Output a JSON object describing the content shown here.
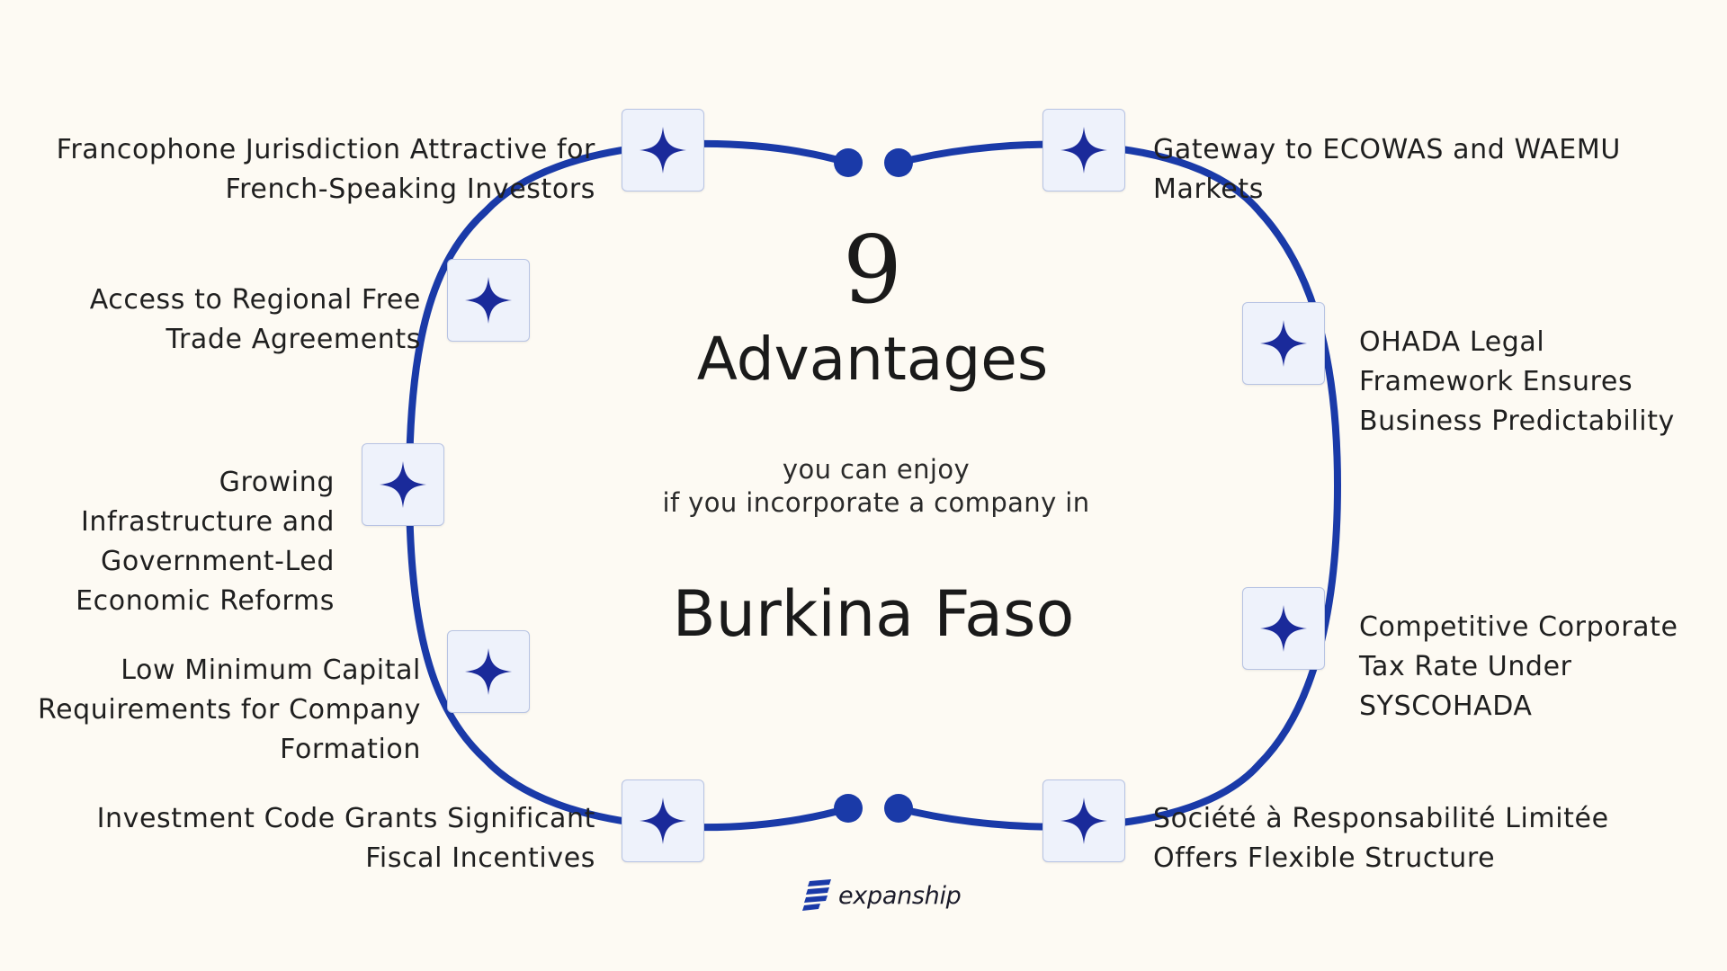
{
  "center": {
    "number": "9",
    "title": "Advantages",
    "subtitle_line1": "you can enjoy",
    "subtitle_line2": "if you incorporate a company in",
    "country": "Burkina Faso"
  },
  "advantages": [
    {
      "lines": [
        "Francophone Jurisdiction Attractive for",
        "French-Speaking Investors"
      ]
    },
    {
      "lines": [
        "Access to Regional Free",
        "Trade Agreements"
      ]
    },
    {
      "lines": [
        "Growing",
        "Infrastructure and",
        "Government-Led",
        "Economic Reforms"
      ]
    },
    {
      "lines": [
        "Low Minimum Capital",
        "Requirements for Company",
        "Formation"
      ]
    },
    {
      "lines": [
        "Investment Code Grants Significant",
        "Fiscal Incentives"
      ]
    },
    {
      "lines": [
        "Gateway to ECOWAS and WAEMU",
        "Markets"
      ]
    },
    {
      "lines": [
        "OHADA Legal",
        "Framework Ensures",
        "Business Predictability"
      ]
    },
    {
      "lines": [
        "Competitive Corporate",
        "Tax Rate Under",
        "SYSCOHADA"
      ]
    },
    {
      "lines": [
        "Société à Responsabilité Limitée",
        "Offers Flexible Structure"
      ]
    }
  ],
  "brand": {
    "name": "expanship"
  },
  "colors": {
    "ring": "#1a3aa8",
    "star": "#1a2a9a",
    "background": "#fdfaf3"
  },
  "icons": {
    "node": "four-point-star-icon"
  }
}
